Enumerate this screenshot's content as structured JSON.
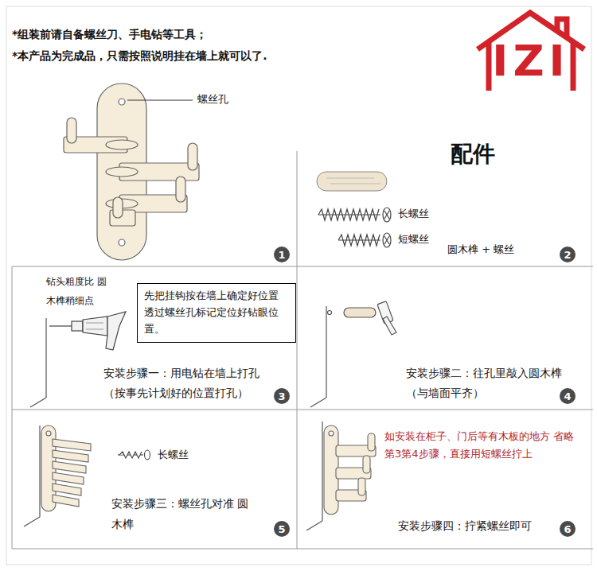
{
  "diagram": {
    "nodes": [
      {
        "text": [
          "IZI"
        ]
      },
      {
        "text": [
          "1"
        ]
      },
      {
        "text": [
          "2"
        ]
      },
      {
        "text": [
          "先把挂钩按在墙上确定好位置 透过螺丝孔标记定位好钻眼位置。"
        ]
      },
      {
        "text": [
          "3"
        ]
      },
      {
        "text": [
          "4"
        ]
      },
      {
        "text": [
          "5"
        ]
      },
      {
        "text": [
          "6"
        ]
      }
    ],
    "labels": [
      "*组装前请自备螺丝刀、手电钻等工具；",
      "*本产品为完成品，只需按照说明挂在墙上就可以了.",
      "螺丝孔",
      "配件",
      "长螺丝",
      "短螺丝",
      "圆木榫 + 螺丝",
      "钻头粗度比 圆木榫稍细点",
      "安装步骤一：用电钻在墙上打孔",
      "（按事先计划好的位置打孔）",
      "安装步骤二：往孔里敲入圆木榫",
      "（与墙面平齐）",
      "长螺丝",
      "安装步骤三：螺丝孔对准 圆木榫",
      "如安装在柜子、门后等有木板的地方 省略第3第4步骤，直接用短螺丝拧上",
      "安装步骤四：拧紧螺丝即可"
    ]
  }
}
